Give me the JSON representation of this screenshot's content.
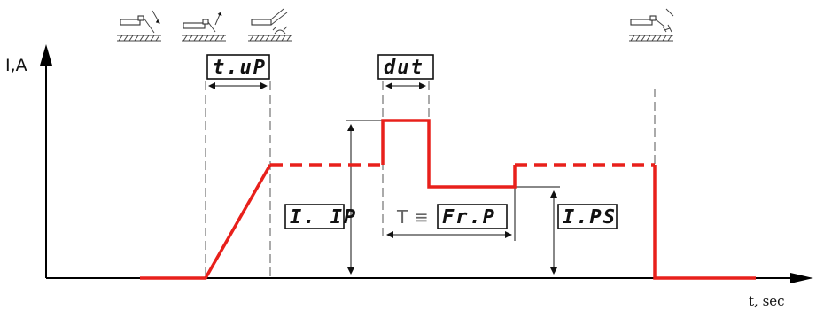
{
  "axes": {
    "y_label": "I,A",
    "x_label": "t, sec"
  },
  "params": {
    "tup": "t.uP",
    "dut": "dut",
    "iip": "I. IP",
    "frp": "Fr.P",
    "ips": "I.PS",
    "period_symbol": "T",
    "equiv_symbol": "≡"
  },
  "colors": {
    "current": "#e8201b",
    "lines": "#111111"
  },
  "icons": [
    "torch-contact-icon",
    "torch-arc-start-icon",
    "torch-welding-icon",
    "torch-arc-end-icon"
  ]
}
